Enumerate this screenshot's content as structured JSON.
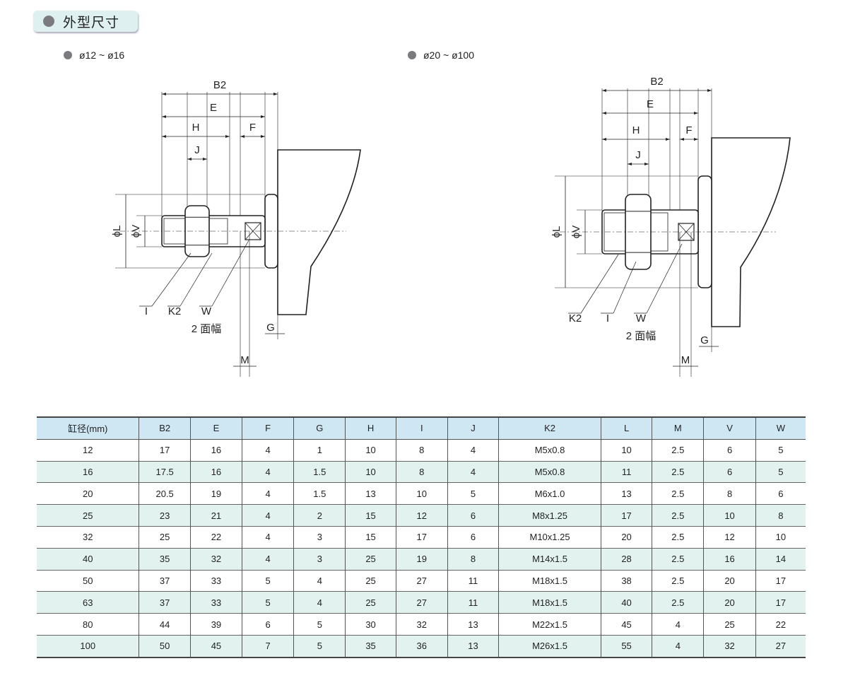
{
  "section_title": "外型尺寸",
  "diagrams": [
    {
      "range": "ø12 ~ ø16",
      "labels": {
        "B2": "B2",
        "E": "E",
        "H": "H",
        "F": "F",
        "J": "J",
        "L": "ϕL",
        "V": "ϕV",
        "I": "I",
        "K2": "K2",
        "W": "W",
        "width_note": "2 面幅",
        "G": "G",
        "M": "M"
      }
    },
    {
      "range": "ø20 ~ ø100",
      "labels": {
        "B2": "B2",
        "E": "E",
        "H": "H",
        "F": "F",
        "J": "J",
        "L": "ϕL",
        "V": "ϕV",
        "I": "I",
        "K2": "K2",
        "W": "W",
        "width_note": "2 面幅",
        "G": "G",
        "M": "M"
      }
    }
  ],
  "table": {
    "headers": [
      "缸径(mm)",
      "B2",
      "E",
      "F",
      "G",
      "H",
      "I",
      "J",
      "K2",
      "L",
      "M",
      "V",
      "W"
    ],
    "rows": [
      [
        "12",
        "17",
        "16",
        "4",
        "1",
        "10",
        "8",
        "4",
        "M5x0.8",
        "10",
        "2.5",
        "6",
        "5"
      ],
      [
        "16",
        "17.5",
        "16",
        "4",
        "1.5",
        "10",
        "8",
        "4",
        "M5x0.8",
        "11",
        "2.5",
        "6",
        "5"
      ],
      [
        "20",
        "20.5",
        "19",
        "4",
        "1.5",
        "13",
        "10",
        "5",
        "M6x1.0",
        "13",
        "2.5",
        "8",
        "6"
      ],
      [
        "25",
        "23",
        "21",
        "4",
        "2",
        "15",
        "12",
        "6",
        "M8x1.25",
        "17",
        "2.5",
        "10",
        "8"
      ],
      [
        "32",
        "25",
        "22",
        "4",
        "3",
        "15",
        "17",
        "6",
        "M10x1.25",
        "20",
        "2.5",
        "12",
        "10"
      ],
      [
        "40",
        "35",
        "32",
        "4",
        "3",
        "25",
        "19",
        "8",
        "M14x1.5",
        "28",
        "2.5",
        "16",
        "14"
      ],
      [
        "50",
        "37",
        "33",
        "5",
        "4",
        "25",
        "27",
        "11",
        "M18x1.5",
        "38",
        "2.5",
        "20",
        "17"
      ],
      [
        "63",
        "37",
        "33",
        "5",
        "4",
        "25",
        "27",
        "11",
        "M18x1.5",
        "40",
        "2.5",
        "20",
        "17"
      ],
      [
        "80",
        "44",
        "39",
        "6",
        "5",
        "30",
        "32",
        "13",
        "M22x1.5",
        "45",
        "4",
        "25",
        "22"
      ],
      [
        "100",
        "50",
        "45",
        "7",
        "5",
        "35",
        "36",
        "13",
        "M26x1.5",
        "55",
        "4",
        "32",
        "27"
      ]
    ]
  }
}
